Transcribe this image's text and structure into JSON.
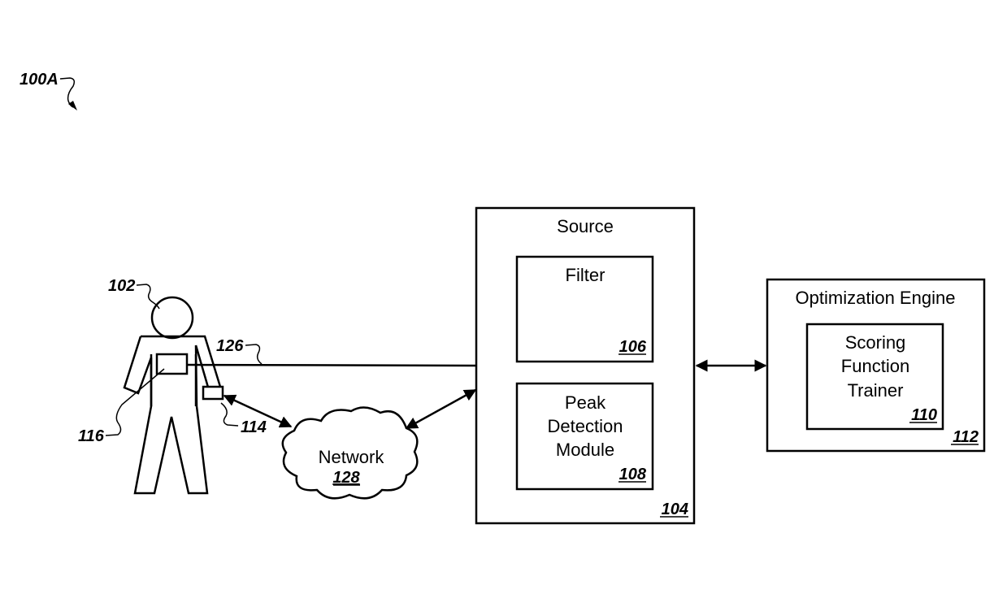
{
  "figure": {
    "label": "100A"
  },
  "user": {
    "ref": "102",
    "chest_sensor_ref": "116",
    "wrist_device_ref": "114",
    "wired_link_ref": "126"
  },
  "network": {
    "label": "Network",
    "ref": "128"
  },
  "source": {
    "title": "Source",
    "ref": "104",
    "filter": {
      "label": "Filter",
      "ref": "106"
    },
    "peak_detection": {
      "line1": "Peak",
      "line2": "Detection",
      "line3": "Module",
      "ref": "108"
    }
  },
  "optimization_engine": {
    "title": "Optimization Engine",
    "ref": "112",
    "scoring_trainer": {
      "line1": "Scoring",
      "line2": "Function",
      "line3": "Trainer",
      "ref": "110"
    }
  }
}
